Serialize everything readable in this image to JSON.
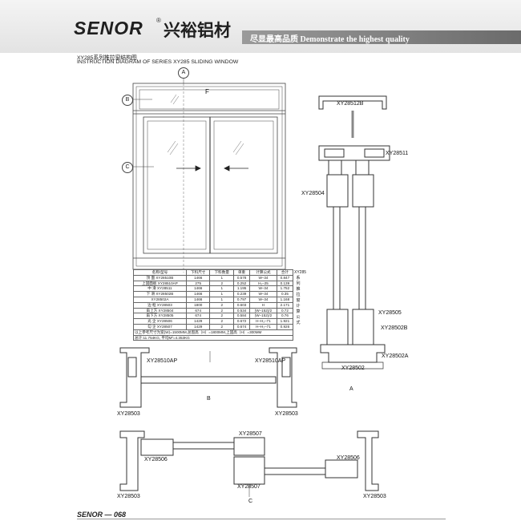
{
  "header": {
    "brand_en": "SENOR",
    "brand_reg": "®",
    "brand_cn": "兴裕铝材",
    "slogan": "尽显最高品质  Demonstrate the highest quality"
  },
  "titles": {
    "cn": "XY285系列推拉窗结构图",
    "en": "INSTRUCTION DIAGRAM OF SERIES XY285 SLIDING WINDOW"
  },
  "callouts": {
    "a": "A",
    "b": "B",
    "c": "C",
    "f": "F"
  },
  "section_labels": {
    "a": "A",
    "b": "B",
    "c": "C"
  },
  "profiles": {
    "p1": "XY28512B",
    "p2": "XY28511",
    "p3": "XY28504",
    "p4": "XY28505",
    "p5": "XY28502B",
    "p6": "XY28502A",
    "p7": "XY28502",
    "p8": "XY28510AP",
    "p9": "XY28510AP",
    "p10": "XY28503",
    "p11": "XY28503",
    "p12": "XY28507",
    "p13": "XY28506",
    "p14": "XY28506",
    "p15": "XY28507",
    "p16": "XY28503",
    "p17": "XY28503"
  },
  "table": {
    "headers": [
      "名称/型号",
      "下料尺寸",
      "下料数量",
      "单重",
      "计算公式",
      "合计"
    ],
    "rows": [
      [
        "顶 面  XY28510B",
        "1466",
        "1",
        "0.578",
        "W–34",
        "0.847"
      ],
      [
        "上固面板 XY28510AP",
        "275",
        "2",
        "0.252",
        "H₂–25",
        "0.139"
      ],
      [
        "中 滑  XY28511",
        "1466",
        "1",
        "1.195",
        "W–34",
        "1.752"
      ],
      [
        "下 滑  XY28502B",
        "1466",
        "1",
        "0.239",
        "W–34",
        "0.35"
      ],
      [
        "XY28502A",
        "1466",
        "1",
        "0.797",
        "W–34",
        "1.168"
      ],
      [
        "边 框  XY28503",
        "1800",
        "2",
        "0.603",
        "H",
        "2.171"
      ],
      [
        "扇上方 XY28504",
        "674",
        "2",
        "0.534",
        "(W–152)/2",
        "0.72"
      ],
      [
        "扇下方 XY28505",
        "674",
        "2",
        "0.584",
        "(W–152)/2",
        "0.76"
      ],
      [
        "光 企  XY28506",
        "1429",
        "2",
        "0.672",
        "H–H₂–71",
        "1.921"
      ],
      [
        "勾 企  XY28507",
        "1429",
        "2",
        "0.674",
        "H–H₂–71",
        "0.926"
      ]
    ],
    "note": "以上参考尺寸为宽(W)=1500MM,总窗高（H）=1800MM,上固高（H）=300MM",
    "total": "总计:11.754KG, 平均M²=4.353KG",
    "series_cn": "XY285 系 列 推 拉 窗 计 算 公 式"
  },
  "footer": {
    "brand": "SENOR — 068"
  }
}
